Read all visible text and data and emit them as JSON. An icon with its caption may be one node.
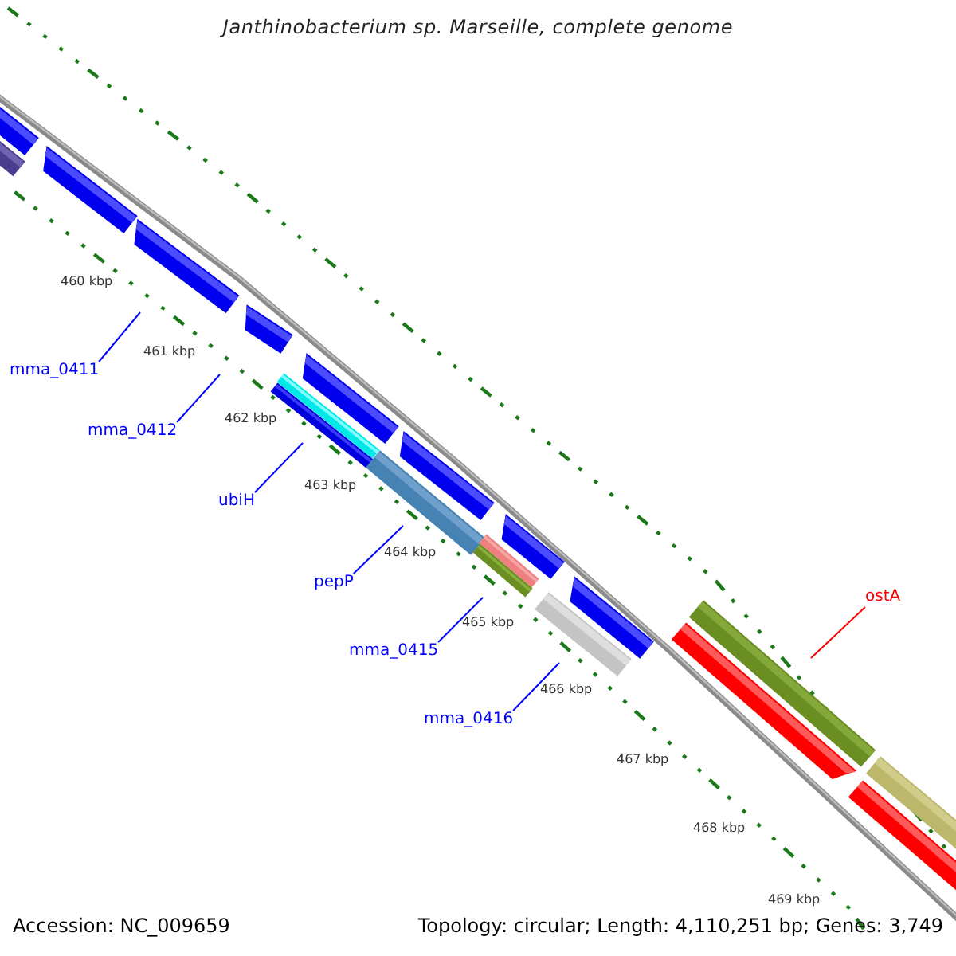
{
  "diagram": {
    "title": "Janthinobacterium sp. Marseille, complete genome",
    "nodes": [
      {
        "text": [
          "mma_0411"
        ]
      },
      {
        "text": [
          "mma_0412"
        ]
      },
      {
        "text": [
          "ubiH"
        ]
      },
      {
        "text": [
          "pepP"
        ]
      },
      {
        "text": [
          "ostA"
        ]
      },
      {
        "text": [
          "mma_0415"
        ]
      },
      {
        "text": [
          "mma_0416"
        ]
      }
    ],
    "edges": [
      {
        "from": 0,
        "to": null,
        "arrow": "none"
      },
      {
        "from": 1,
        "to": null,
        "arrow": "none"
      },
      {
        "from": 2,
        "to": null,
        "arrow": "none"
      },
      {
        "from": 3,
        "to": null,
        "arrow": "none"
      },
      {
        "from": 4,
        "to": null,
        "arrow": "none",
        "color": "#ff0000"
      },
      {
        "from": 5,
        "to": null,
        "arrow": "none"
      },
      {
        "from": 6,
        "to": null,
        "arrow": "none"
      }
    ],
    "labels": [
      "460 kbp",
      "461 kbp",
      "462 kbp",
      "463 kbp",
      "464 kbp",
      "465 kbp",
      "466 kbp",
      "467 kbp",
      "468 kbp",
      "469 kbp",
      "Accession: NC_009659",
      "Topology: circular; Length: 4,110,251 bp; Genes: 3,749"
    ]
  }
}
